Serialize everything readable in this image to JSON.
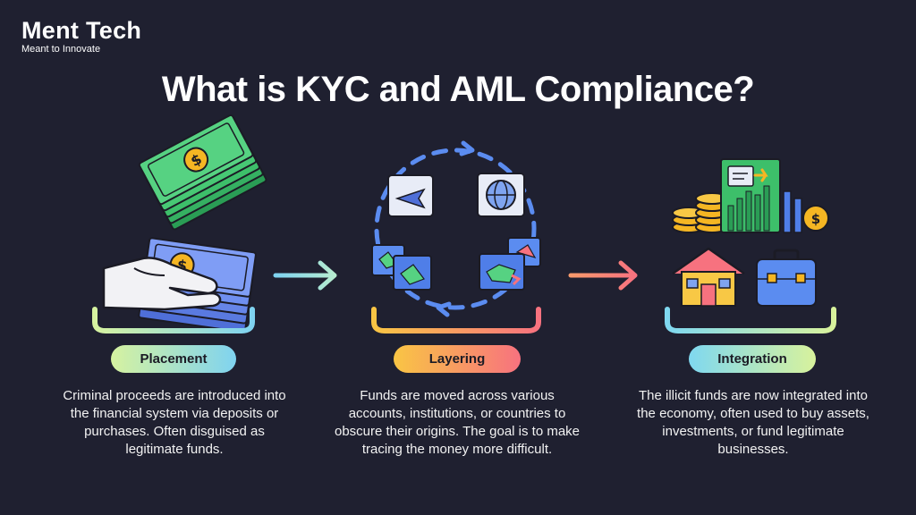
{
  "brand": {
    "name": "Ment Tech",
    "tagline": "Meant to Innovate"
  },
  "title": "What is KYC and AML Compliance?",
  "stages": [
    {
      "label": "Placement",
      "description": "Criminal proceeds are introduced into the financial system via deposits or purchases. Often disguised as legitimate funds."
    },
    {
      "label": "Layering",
      "description": "Funds are moved across various accounts, institutions, or countries to obscure their origins. The goal is to make tracing the money more difficult."
    },
    {
      "label": "Integration",
      "description": "The illicit funds are now integrated into the economy, often used to buy assets, investments, or fund legitimate businesses."
    }
  ],
  "colors": {
    "background": "#1f2030",
    "placement_gradient": [
      "#d6f2a0",
      "#7fd3f0"
    ],
    "layering_gradient": [
      "#f9c544",
      "#f7727f"
    ],
    "integration_gradient": [
      "#7fd8f0",
      "#d8f29c"
    ],
    "cash_green": "#3dbf6a",
    "cash_blue": "#6f8ff0",
    "coin_gold": "#f5b623"
  },
  "icons": [
    "money-stack-icon",
    "hand-icon",
    "globe-icon",
    "airplane-icon",
    "cycle-arrows-icon",
    "coin-stack-icon",
    "bar-chart-icon",
    "house-icon",
    "briefcase-icon"
  ]
}
